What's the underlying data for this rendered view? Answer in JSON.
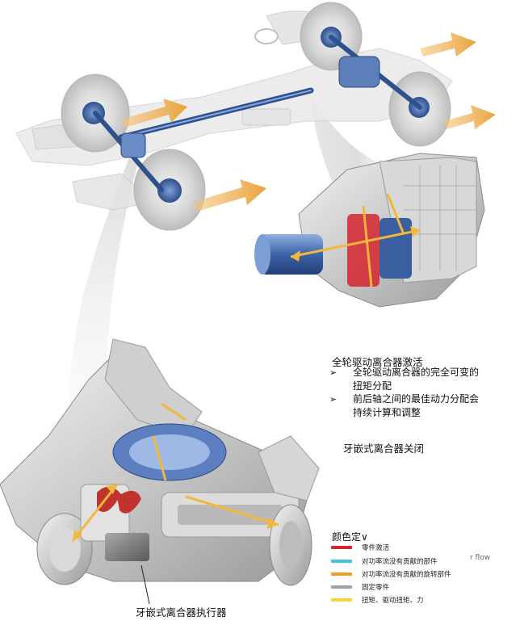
{
  "callouts": {
    "engaged_title": "全轮驱动离合器激活",
    "engaged_bullets": [
      "全轮驱动离合器的完全可变的",
      "扭矩分配",
      "前后轴之间的最佳动力分配会",
      "持续计算和调整"
    ],
    "disengaged": "牙嵌式离合器关闭",
    "actuator": "牙嵌式离合器执行器"
  },
  "legend": {
    "title": "颜色定∨",
    "items": [
      {
        "label": "零件激活",
        "color": "#d4242f"
      },
      {
        "label": "对功率流没有贡献的部件",
        "color": "#3fc2ea"
      },
      {
        "label": "对功率流没有贡献的旋转部件",
        "color": "#f29a21"
      },
      {
        "label": "固定零件",
        "color": "#9aa2ab"
      },
      {
        "label": "扭矩、驱动扭矩、力",
        "color": "#f8d23a"
      }
    ],
    "clipped_text": "r flow"
  },
  "bullet_icons": [
    "arrowhead-bullet-icon",
    "arrowhead-bullet-icon"
  ]
}
